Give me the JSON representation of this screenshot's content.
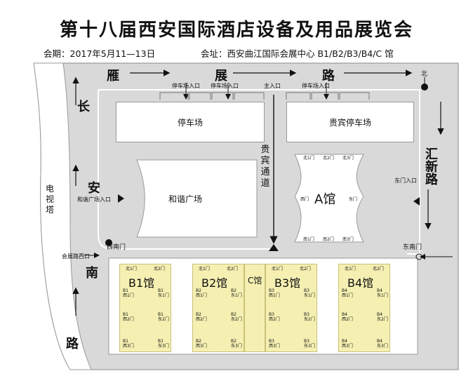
{
  "title": "第十八届西安国际酒店设备及用品展览会",
  "dates": "会期：2017年5月11—13日",
  "venue": "会址：西安曲江国际会展中心 B1/B2/B3/B4/C 馆",
  "roads": {
    "top": [
      "雁",
      "展",
      "路"
    ],
    "left": [
      "长",
      "安",
      "南",
      "路"
    ],
    "right": [
      "汇",
      "新",
      "路"
    ]
  },
  "labels": {
    "parking": "停车场",
    "vip_parking": "贵宾停车场",
    "plaza": "和谐广场",
    "tv_tower": [
      "电",
      "视",
      "塔"
    ],
    "vip_channel": [
      "贵",
      "宾",
      "通",
      "道"
    ],
    "parking_entrance_1": "停车场入口",
    "parking_entrance_2": "停车场入口",
    "parking_entrance_3": "停车场入口",
    "main_entrance": "主入口",
    "plaza_parking_entrance": "和谐广场入口",
    "east_entrance": "东门入口",
    "west_south_gate": "西南门",
    "east_south_gate": "东南门",
    "center_west_entrance": "会展路西口",
    "north": "北"
  },
  "hall_a": {
    "name": "A馆",
    "doors_top": [
      "北1门",
      "北2门",
      "北3门"
    ],
    "doors_bottom": [
      "南1门",
      "南2门",
      "南3门"
    ],
    "door_west": "西门",
    "door_east": "东门"
  },
  "halls": [
    {
      "name": "B1馆",
      "top": [
        "北1门",
        "北2门"
      ],
      "rows": [
        [
          "B1\n西1门",
          "B1\n东1门"
        ],
        [
          "B1\n西2门",
          "B1\n东2门"
        ],
        [
          "B1\n西3门",
          "B1\n东3门"
        ]
      ]
    },
    {
      "name": "B2馆",
      "top": [
        "北1门",
        "北2门"
      ],
      "rows": [
        [
          "B2\n西1门",
          "B2\n东1门"
        ],
        [
          "B2\n西2门",
          "B2\n东2门"
        ],
        [
          "B2\n西3门",
          "B2\n东3门"
        ]
      ]
    },
    {
      "name": "C馆",
      "top": [],
      "rows": []
    },
    {
      "name": "B3馆",
      "top": [
        "北1门",
        "北2门"
      ],
      "rows": [
        [
          "B3\n西1门",
          "B3\n东1门"
        ],
        [
          "B3\n西2门",
          "B3\n东2门"
        ],
        [
          "B3\n西3门",
          "B3\n东3门"
        ]
      ]
    },
    {
      "name": "B4馆",
      "top": [
        "北1门",
        "北2门"
      ],
      "rows": [
        [
          "B4\n西1门",
          "B4\n东1门"
        ],
        [
          "B4\n西2门",
          "B4\n东2门"
        ],
        [
          "B4\n西3门",
          "B4\n东3门"
        ]
      ]
    }
  ]
}
